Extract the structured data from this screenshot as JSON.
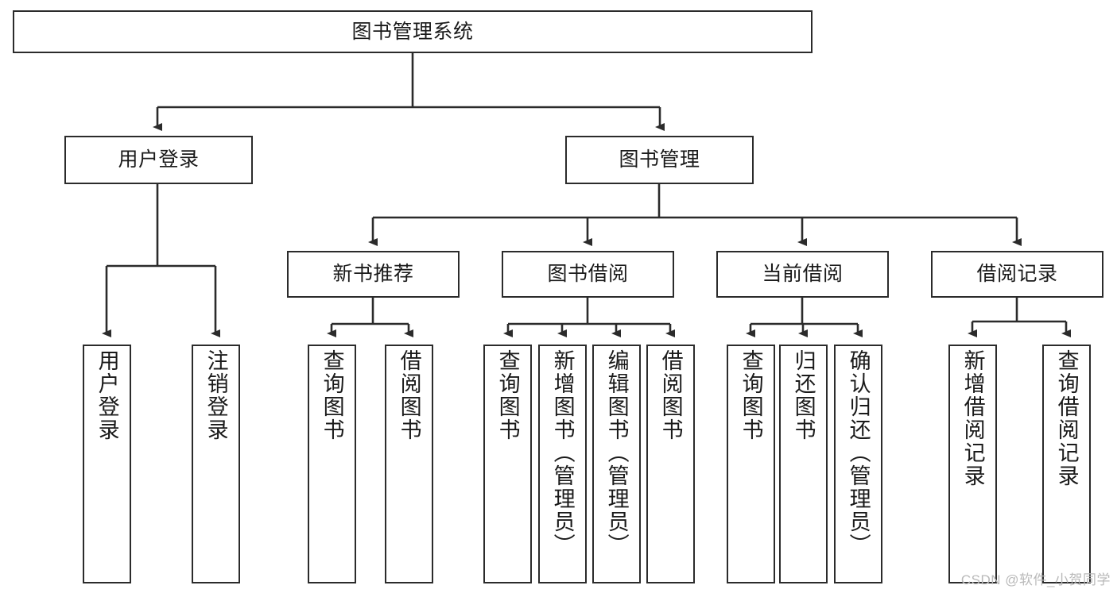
{
  "diagram": {
    "type": "tree",
    "title": "图书管理系统",
    "root": {
      "id": "root",
      "label": "图书管理系统"
    },
    "level1": [
      {
        "id": "user-login",
        "label": "用户登录"
      },
      {
        "id": "book-management",
        "label": "图书管理"
      }
    ],
    "level2": [
      {
        "id": "new-book-recommend",
        "label": "新书推荐",
        "parent": "book-management"
      },
      {
        "id": "book-borrow",
        "label": "图书借阅",
        "parent": "book-management"
      },
      {
        "id": "current-borrow",
        "label": "当前借阅",
        "parent": "book-management"
      },
      {
        "id": "borrow-record",
        "label": "借阅记录",
        "parent": "book-management"
      }
    ],
    "leaves": [
      {
        "id": "leaf-user-login",
        "label": "用户登录",
        "parent": "user-login"
      },
      {
        "id": "leaf-logout",
        "label": "注销登录",
        "parent": "user-login"
      },
      {
        "id": "leaf-query-book-1",
        "label": "查询图书",
        "parent": "new-book-recommend"
      },
      {
        "id": "leaf-borrow-book-1",
        "label": "借阅图书",
        "parent": "new-book-recommend"
      },
      {
        "id": "leaf-query-book-2",
        "label": "查询图书",
        "parent": "book-borrow"
      },
      {
        "id": "leaf-add-book",
        "label": "新增图书（管理员）",
        "parent": "book-borrow"
      },
      {
        "id": "leaf-edit-book",
        "label": "编辑图书（管理员）",
        "parent": "book-borrow"
      },
      {
        "id": "leaf-borrow-book-2",
        "label": "借阅图书",
        "parent": "book-borrow"
      },
      {
        "id": "leaf-query-book-3",
        "label": "查询图书",
        "parent": "current-borrow"
      },
      {
        "id": "leaf-return-book",
        "label": "归还图书",
        "parent": "current-borrow"
      },
      {
        "id": "leaf-confirm-return",
        "label": "确认归还（管理员）",
        "parent": "current-borrow"
      },
      {
        "id": "leaf-add-record",
        "label": "新增借阅记录",
        "parent": "borrow-record"
      },
      {
        "id": "leaf-query-record",
        "label": "查询借阅记录",
        "parent": "borrow-record"
      }
    ]
  },
  "watermark": {
    "text": "CSDN @软件_小贺同学"
  },
  "colors": {
    "stroke": "#2b2b2b",
    "background": "#ffffff",
    "text": "#1a1a1a",
    "watermark": "#b9b9b9"
  }
}
